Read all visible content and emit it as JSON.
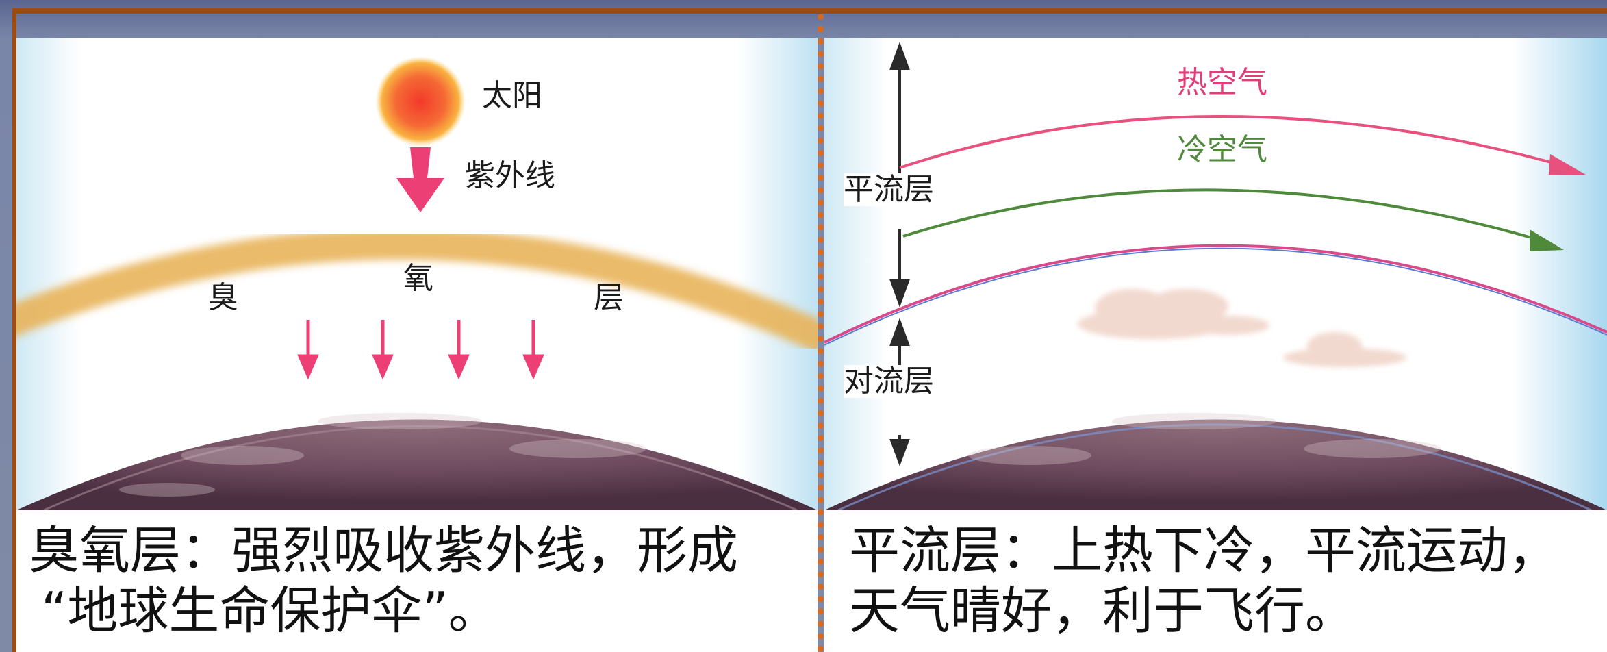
{
  "left_panel": {
    "sun_label": "太阳",
    "uv_label": "紫外线",
    "ozone_label_1": "臭",
    "ozone_label_2": "氧",
    "ozone_label_3": "层"
  },
  "right_panel": {
    "hot_air_label": "热空气",
    "cold_air_label": "冷空气",
    "stratosphere_label": "平流层",
    "troposphere_label": "对流层"
  },
  "captions": {
    "left_line1": "臭氧层：强烈吸收紫外线，形成",
    "left_line2": "“地球生命保护伞”。",
    "right_line1": "平流层：上热下冷，平流运动，",
    "right_line2": "天气晴好，利于飞行。"
  },
  "colors": {
    "frame": "#9a4c12",
    "divider": "#d9691c",
    "uv_arrow": "#ec3f76",
    "ozone_band": "#e8b45a",
    "hot_air_arrow": "#e8507e",
    "cold_air_arrow": "#4f8a3c",
    "earth": "#6e4a5e"
  }
}
